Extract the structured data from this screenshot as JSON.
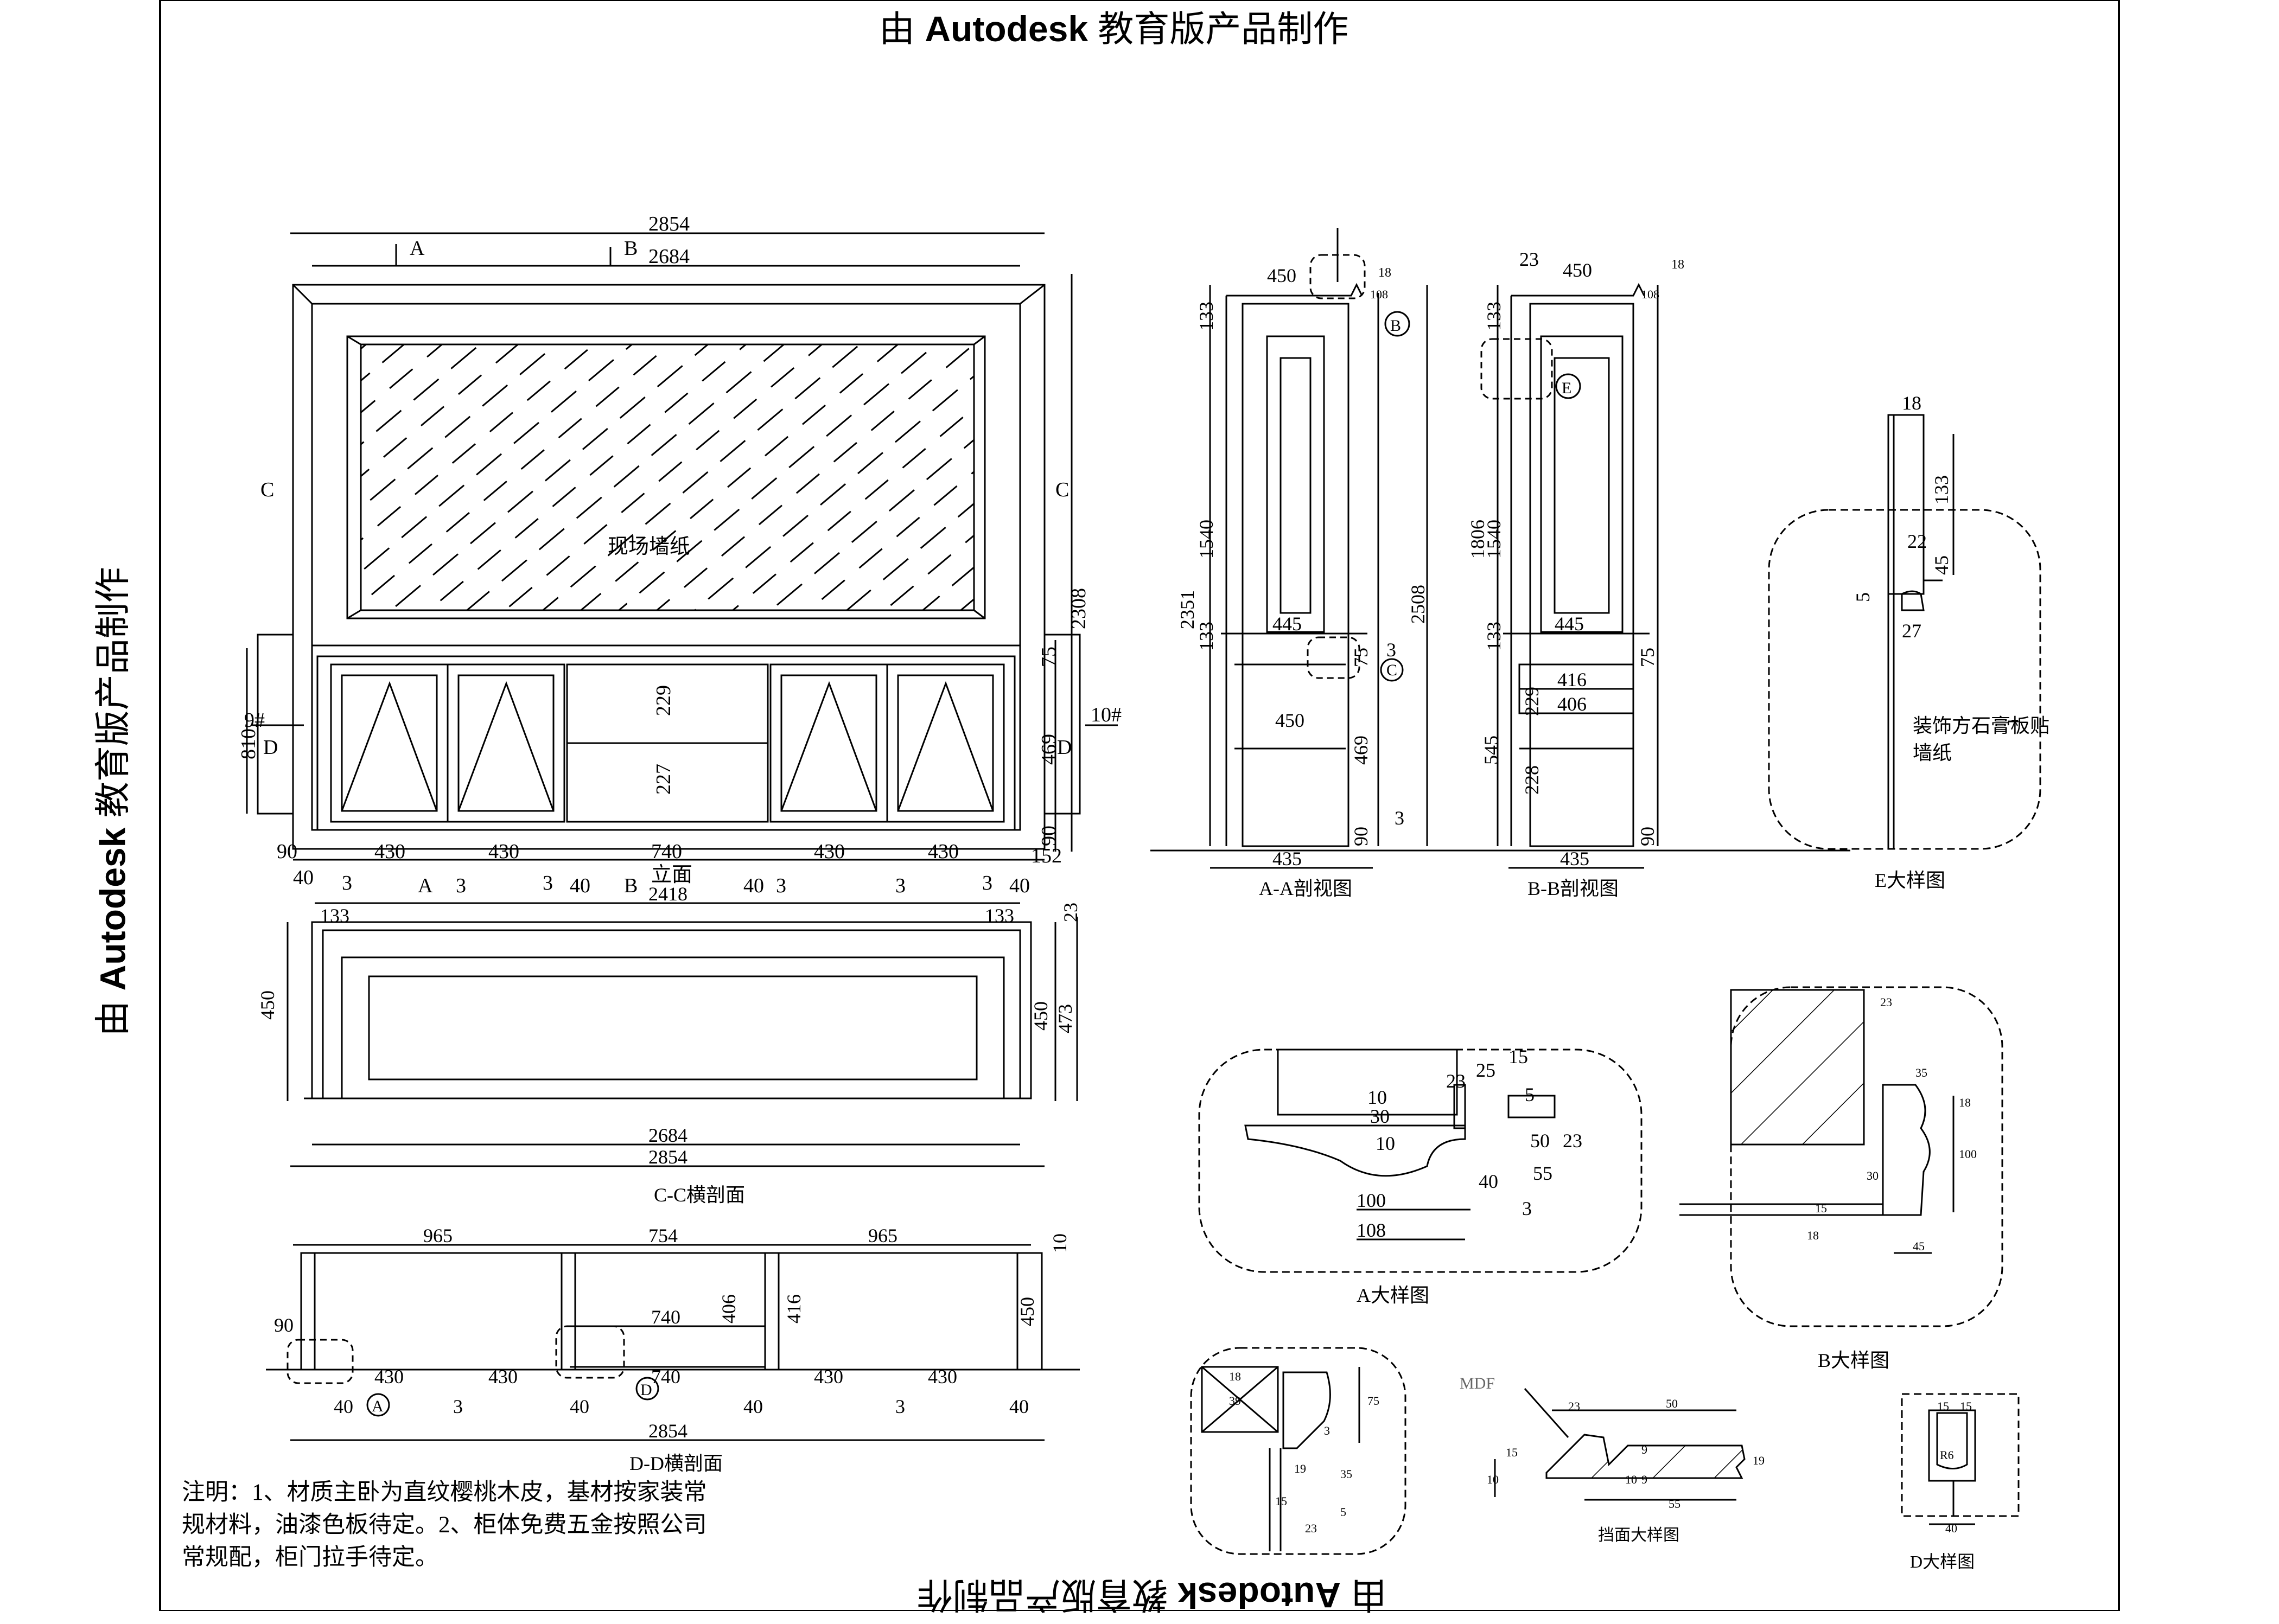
{
  "watermark": {
    "prefix": "由",
    "brand": "Autodesk",
    "suffix": "教育版产品制作"
  },
  "elevation": {
    "wall_label": "现场墙纸",
    "view_title": "立面",
    "marker_a": "A",
    "marker_b": "B",
    "marker_c": "C",
    "marker_d": "D",
    "tag_left": "9#",
    "tag_right": "10#",
    "dims": {
      "overall": "2854",
      "inner": "2684",
      "height_total": "2308",
      "base_height": "810",
      "d75": "75",
      "d469": "469",
      "d90": "90",
      "d229": "229",
      "d227": "227",
      "d430": "430",
      "d740": "740",
      "d40": "40",
      "d3": "3",
      "d152": "152"
    }
  },
  "section_aa": {
    "title": "A-A剖视图",
    "dims": {
      "top": "450",
      "d18": "18",
      "d108": "108",
      "d133": "133",
      "d1540": "1540",
      "d2351": "2351",
      "d2508": "2508",
      "d445": "445",
      "d75": "75",
      "d469": "469",
      "d90": "90",
      "d3": "3",
      "base": "435"
    },
    "callout_b": "B",
    "callout_c": "C"
  },
  "section_bb": {
    "title": "B-B剖视图",
    "dims": {
      "top": "450",
      "d23": "23",
      "d18": "18",
      "d108": "108",
      "d133": "133",
      "d1540": "1540",
      "d1806": "1806",
      "d445": "445",
      "d75": "75",
      "d416": "416",
      "d229": "229",
      "d406": "406",
      "d545": "545",
      "d228": "228",
      "d90": "90",
      "base": "435"
    },
    "callout_e": "E"
  },
  "section_cc": {
    "title": "C-C横剖面",
    "dims": {
      "d133": "133",
      "d2418": "2418",
      "d23": "23",
      "d450": "450",
      "d473": "473",
      "d2684": "2684",
      "d2854": "2854"
    }
  },
  "section_dd": {
    "title": "D-D横剖面",
    "dims": {
      "d965": "965",
      "d754": "754",
      "d10": "10",
      "d90": "90",
      "d740": "740",
      "d406": "406",
      "d416": "416",
      "d450": "450",
      "d430": "430",
      "d40": "40",
      "d3": "3",
      "d2854": "2854"
    },
    "callout_a": "A",
    "callout_d": "D"
  },
  "detail_e": {
    "title": "E大样图",
    "label_line1": "装饰方石膏板贴",
    "label_line2": "墙纸",
    "dims": {
      "d18": "18",
      "d133": "133",
      "d22": "22",
      "d45": "45",
      "d5": "5",
      "d27": "27"
    }
  },
  "detail_a": {
    "title": "A大样图",
    "dims": {
      "d15": "15",
      "d25": "25",
      "d23": "23",
      "d5": "5",
      "d10": "10",
      "d30": "30",
      "d50": "50",
      "d55": "55",
      "d40": "40",
      "d3": "3",
      "d100": "100",
      "d108": "108"
    }
  },
  "detail_b": {
    "title": "B大样图",
    "dims": {
      "d23": "23",
      "d35": "35",
      "d18": "18",
      "d100": "100",
      "d30": "30",
      "d15": "15",
      "d45": "45"
    }
  },
  "detail_c": {
    "dims": {
      "d18": "18",
      "d39": "39",
      "d75": "75",
      "d3": "3",
      "d19": "19",
      "d15": "15",
      "d35": "35",
      "d5": "5",
      "d23": "23"
    }
  },
  "detail_profile": {
    "title": "挡面大样图",
    "material": "MDF",
    "dims": {
      "d23": "23",
      "d50": "50",
      "d15": "15",
      "d9": "9",
      "d10": "10",
      "d19": "19",
      "d55": "55"
    }
  },
  "detail_d": {
    "title": "D大样图",
    "dims": {
      "d15": "15",
      "d40": "40",
      "d86": "R6"
    }
  },
  "notes": {
    "text": "注明：1、材质主卧为直纹樱桃木皮，基材按家装常规材料，油漆色板待定。2、柜体免费五金按照公司常规配，柜门拉手待定。"
  }
}
